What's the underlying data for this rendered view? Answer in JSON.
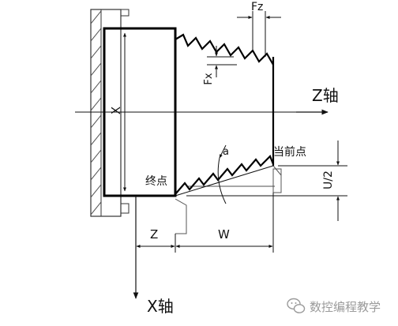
{
  "labels": {
    "fz": "Fz",
    "fx": "Fx",
    "x_dim": "X",
    "z_axis": "Z轴",
    "x_axis": "X轴",
    "alpha": "a",
    "current_point": "当前点",
    "end_point": "终点",
    "u_half": "U/2",
    "z_dim": "Z",
    "w_dim": "W"
  },
  "watermark": {
    "text": "数控编程教学",
    "icon": "wechat-icon"
  },
  "colors": {
    "line": "#111111",
    "heavy": "#000000",
    "hatch": "#555555",
    "watermark": "#9a9a9a"
  }
}
